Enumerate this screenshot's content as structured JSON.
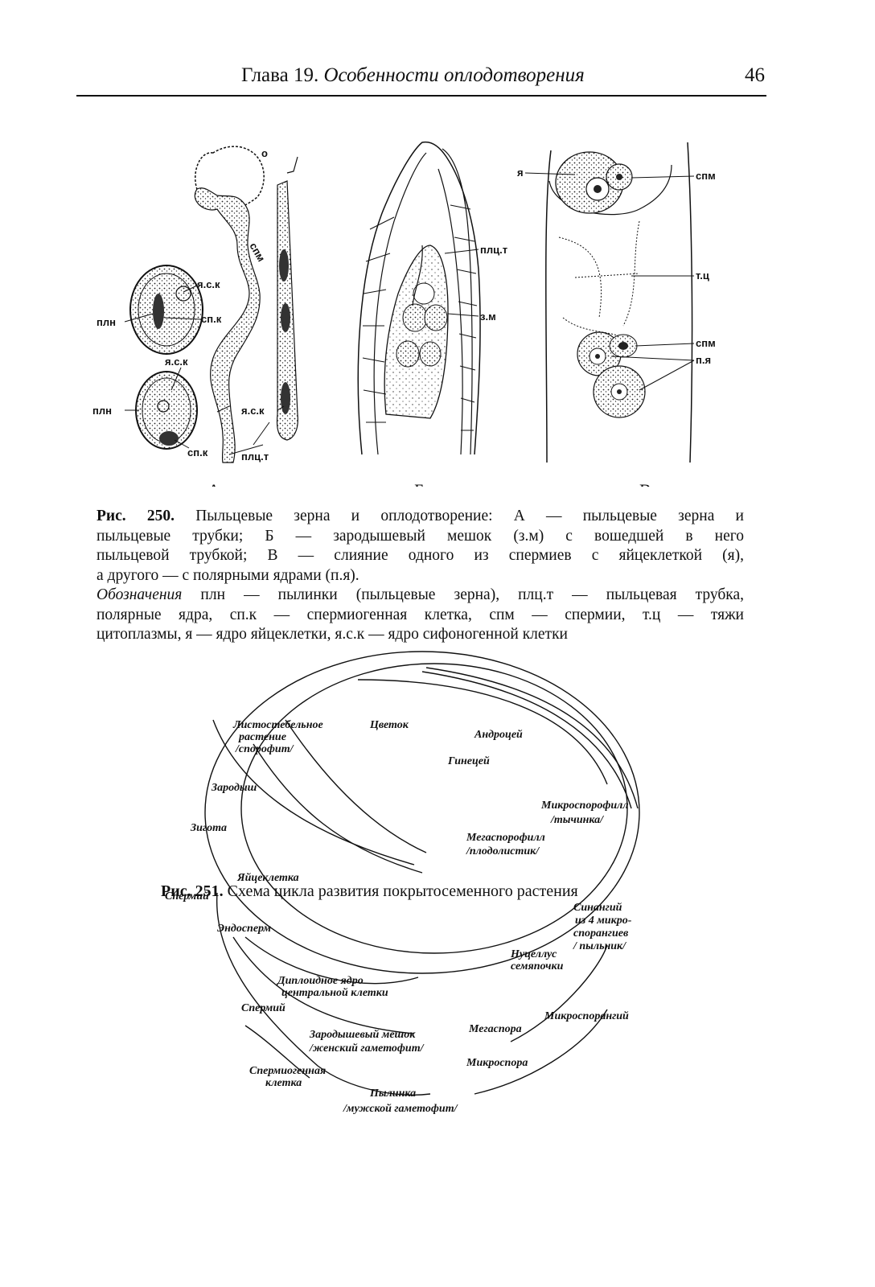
{
  "header": {
    "chapter_prefix": "Глава 19.",
    "chapter_title": "Особенности оплодотворения",
    "page_number": "46"
  },
  "figure250": {
    "panel_letters": [
      "А",
      "Б",
      "В"
    ],
    "labels_a": [
      "о",
      "спм",
      "я.с.к",
      "плн",
      "сп.к",
      "я.с.к",
      "плн",
      "сп.к",
      "я.с.к",
      "плц.т"
    ],
    "labels_b": [
      "плц.т",
      "з.м"
    ],
    "labels_c": [
      "я",
      "спм",
      "т.ц",
      "спм",
      "п.я"
    ],
    "caption": {
      "number": "Рис. 250.",
      "lines": [
        "Пыльцевые зерна и оплодотворение: А — пыльцевые зерна и",
        "пыльцевые трубки; Б — зародышевый мешок (з.м) с вошедшей в него",
        "пыльцевой трубкой; В — слияние одного из спермиев с яйцеклеткой (я),",
        "а другого — с полярными ядрами (п.я)."
      ],
      "legend_title": "Обозначения",
      "legend_lines": [
        "плн — пылинки (пыльцевые зерна), плц.т — пыльцевая трубка,",
        "полярные ядра, сп.к — спермиогенная клетка, спм — спермии, т.ц — тяжи",
        "цитоплазмы, я — ядро яйцеклетки, я.с.к — ядро сифоногенной клетки"
      ]
    }
  },
  "figure251": {
    "cycle_labels": {
      "flower": "Цветок",
      "sporophyte_1": "Листостебельное",
      "sporophyte_2": "растение",
      "sporophyte_3": "/спорофит/",
      "embryo": "Зародыш",
      "zygote": "Зигота",
      "egg": "Яйцеклетка",
      "sperm_1": "Спермий",
      "endosperm": "Эндосперм",
      "diploid_1": "Диплоидное ядро",
      "diploid_2": "центральной клетки",
      "sperm_2": "Спермий",
      "sac_1": "Зародышевый мешок",
      "sac_2": "/женский гаметофит/",
      "spermio_1": "Спермиогенная",
      "spermio_2": "клетка",
      "pollen_1": "Пылинка",
      "pollen_2": "/мужской гаметофит/",
      "androecium": "Андроцей",
      "gynoecium": "Гинецей",
      "microsporophyll_1": "Микроспорофилл",
      "microsporophyll_2": "/тычинка/",
      "megasporophyll_1": "Мегаспорофилл",
      "megasporophyll_2": "/плодолистик/",
      "synangium_1": "Синангий",
      "synangium_2": "из 4 микро-",
      "synangium_3": "спорангиев",
      "synangium_4": "/ пыльник/",
      "nucellus_1": "Нуцеллус",
      "nucellus_2": "семяпочки",
      "megaspore": "Мегаспора",
      "microsporangium": "Микроспорангий",
      "microspore": "Микроспора"
    },
    "caption_number": "Рис. 251.",
    "caption_text": "Схема цикла развития покрытосеменного растения"
  }
}
